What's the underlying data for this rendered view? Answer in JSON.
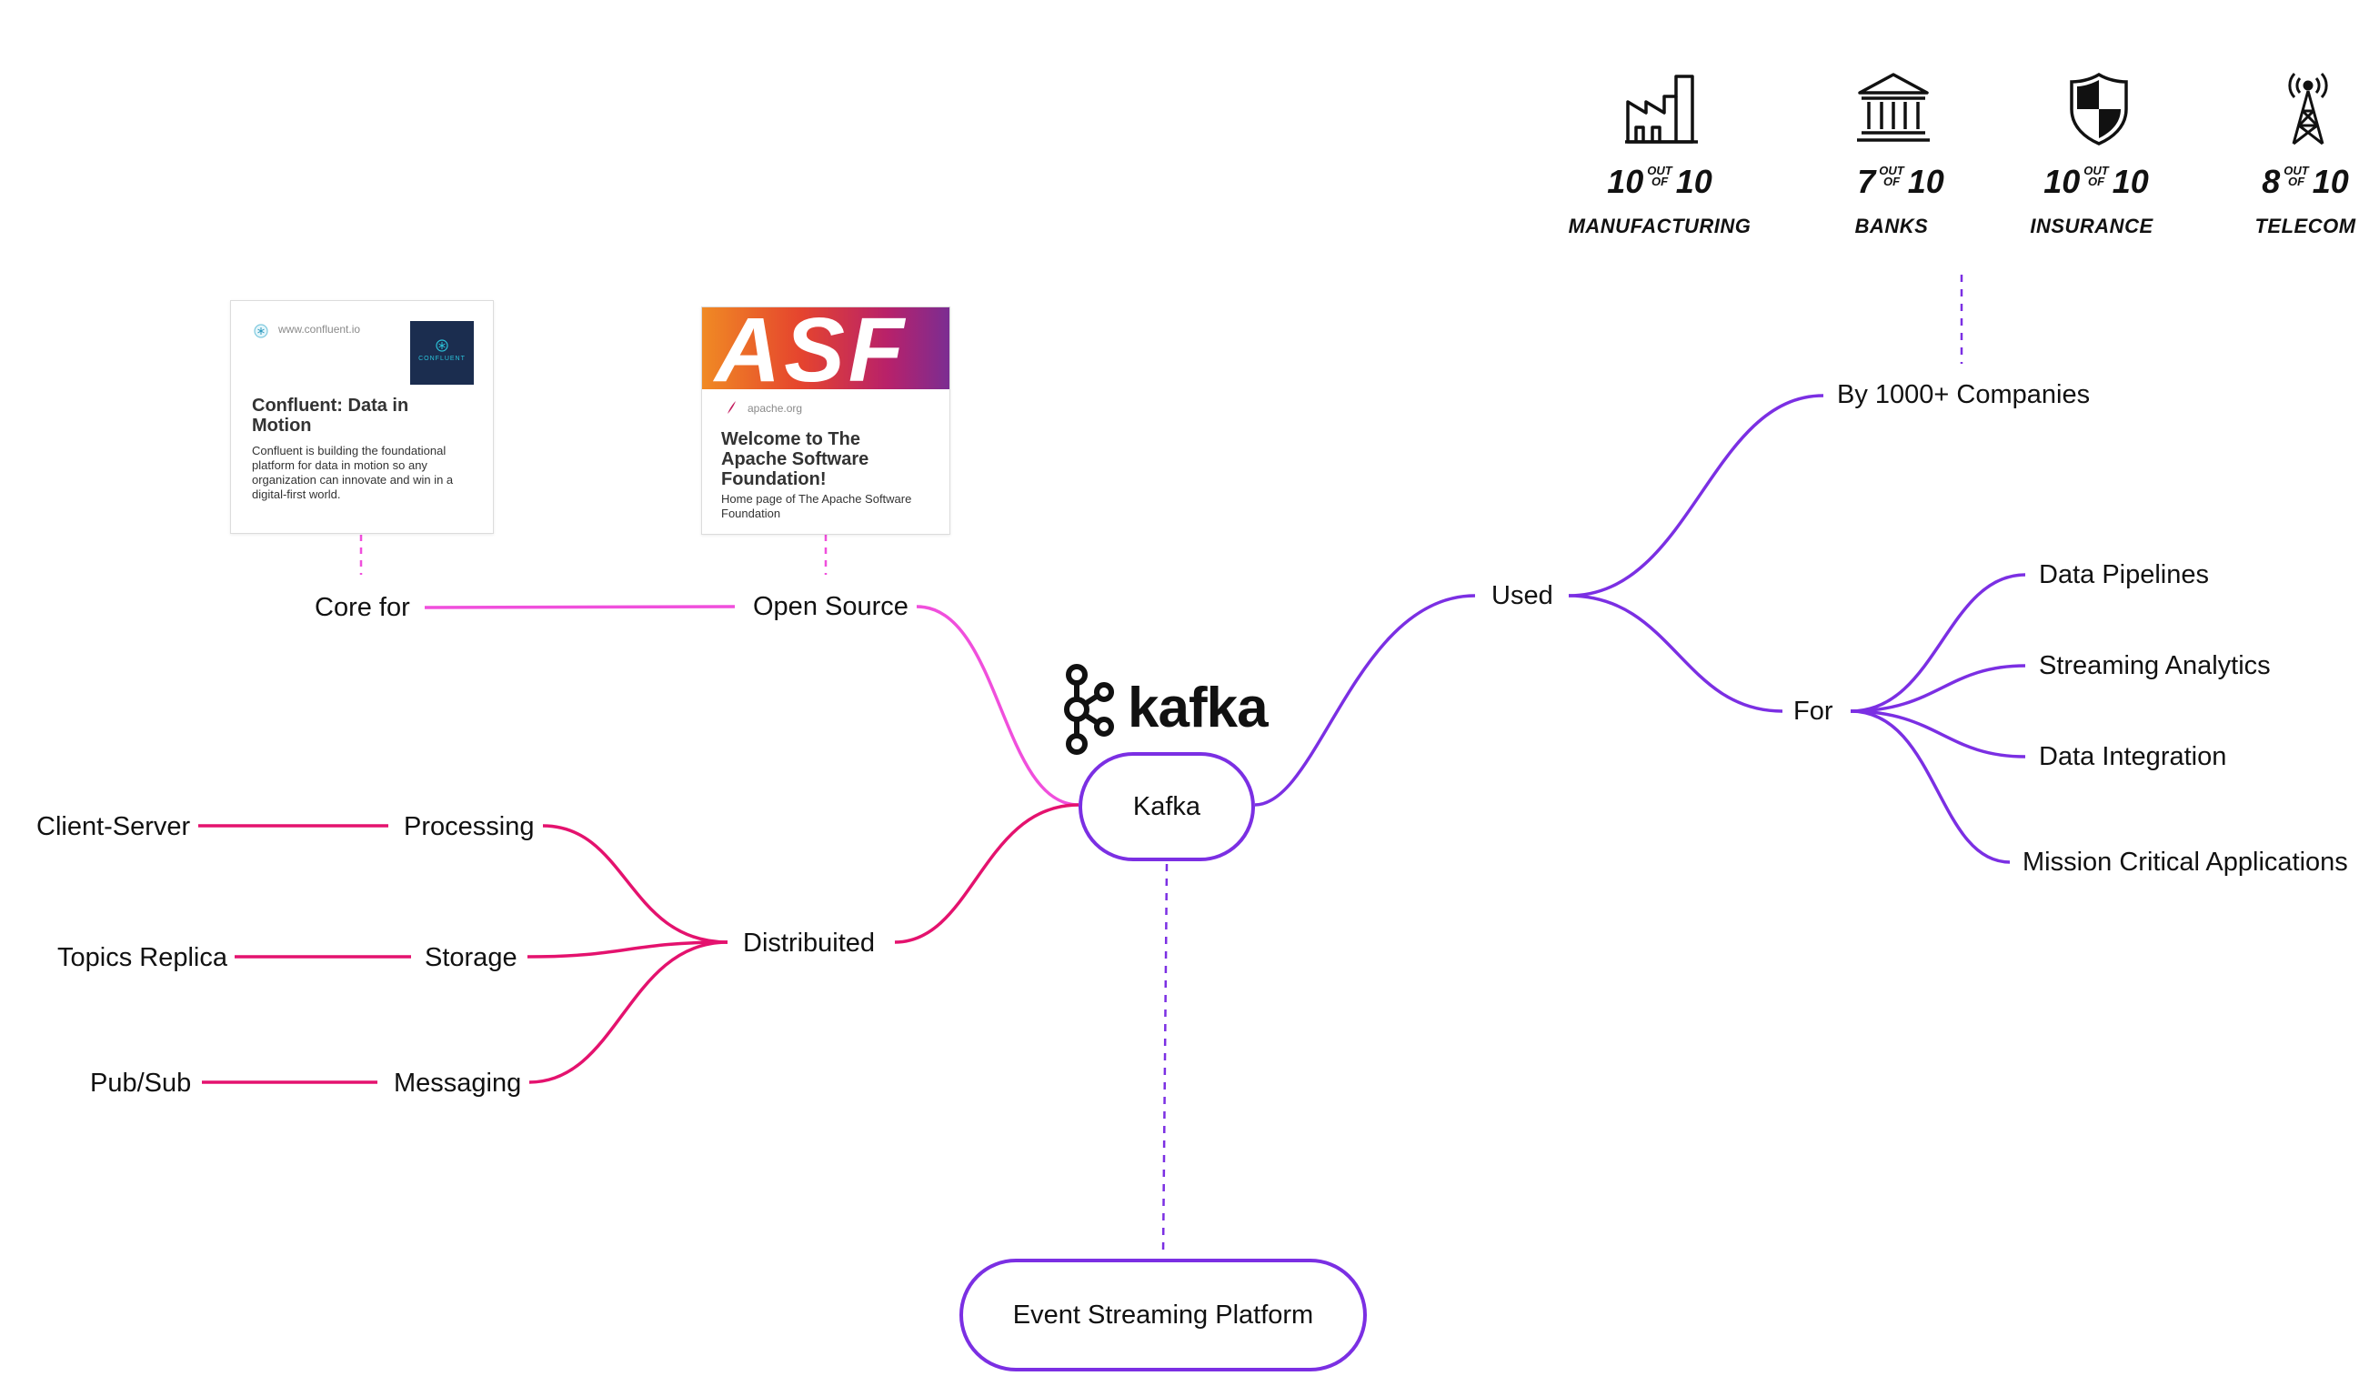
{
  "central": {
    "label": "Kafka",
    "logo_text": "kafka"
  },
  "bottom_node": {
    "label": "Event Streaming Platform"
  },
  "left": {
    "core_for": "Core for",
    "open_source": "Open Source",
    "distributed": "Distribuited",
    "processing": "Processing",
    "storage": "Storage",
    "messaging": "Messaging",
    "client_server": "Client-Server",
    "topics_replica": "Topics Replica",
    "pub_sub": "Pub/Sub"
  },
  "right": {
    "used": "Used",
    "by_companies": "By 1000+ Companies",
    "for": "For",
    "uses": [
      "Data Pipelines",
      "Streaming Analytics",
      "Data Integration",
      "Mission Critical Applications"
    ]
  },
  "cards": {
    "confluent": {
      "site": "www.confluent.io",
      "title": "Confluent: Data in Motion",
      "description": "Confluent is building the foundational platform for data in motion so any organization can innovate and win in a digital-first world.",
      "thumb_text": "CONFLUENT"
    },
    "apache": {
      "site": "apache.org",
      "title": "Welcome to The Apache Software Foundation!",
      "description": "Home page of The Apache Software Foundation",
      "banner_text": "ASF"
    }
  },
  "stats": [
    {
      "icon": "factory-icon",
      "score": "10",
      "out_of": "10",
      "industry": "MANUFACTURING"
    },
    {
      "icon": "bank-icon",
      "score": "7",
      "out_of": "10",
      "industry": "BANKS"
    },
    {
      "icon": "shield-icon",
      "score": "10",
      "out_of": "10",
      "industry": "INSURANCE"
    },
    {
      "icon": "tower-icon",
      "score": "8",
      "out_of": "10",
      "industry": "TELECOM"
    }
  ],
  "stat_out_word": "OUT",
  "stat_of_word": "OF",
  "colors": {
    "purple": "#7b2fe3",
    "pink": "#f04fdc",
    "crimson": "#e4126e"
  }
}
